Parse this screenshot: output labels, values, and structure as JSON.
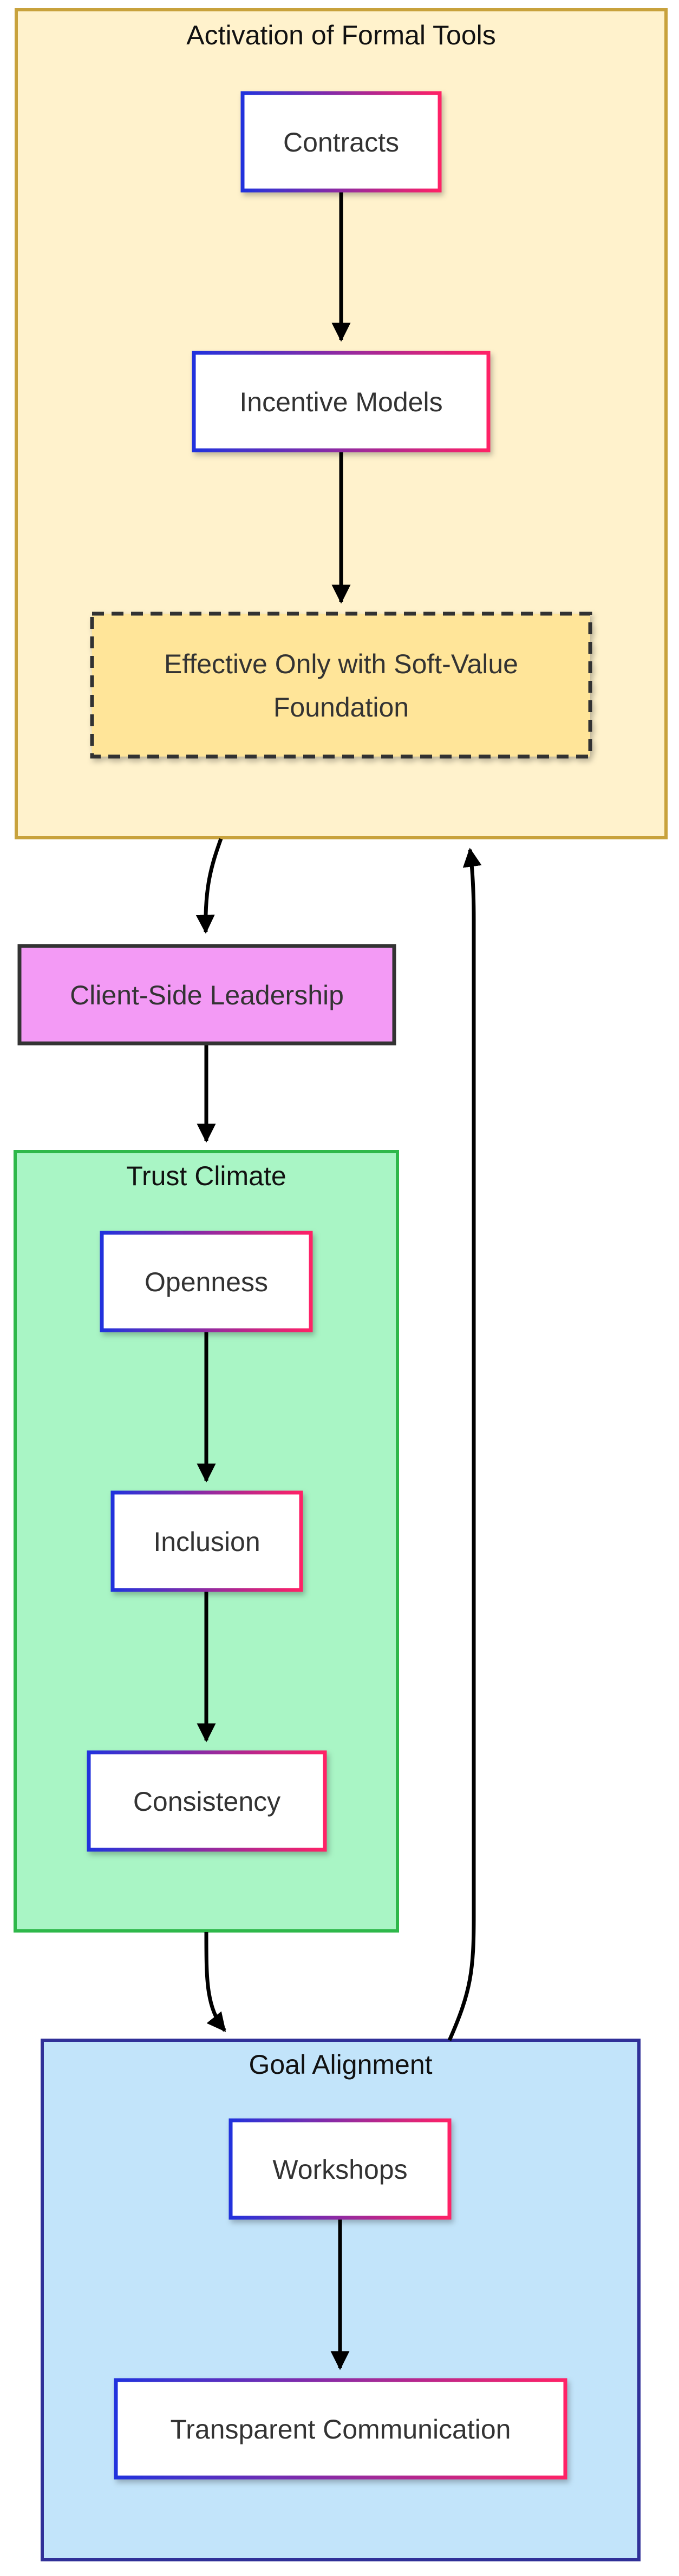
{
  "clusters": {
    "formal_tools": {
      "title": "Activation of Formal Tools"
    },
    "trust_climate": {
      "title": "Trust Climate"
    },
    "goal_alignment": {
      "title": "Goal Alignment"
    }
  },
  "nodes": {
    "contracts": "Contracts",
    "incentive_models": "Incentive Models",
    "effective_line1": "Effective Only with Soft-Value",
    "effective_line2": "Foundation",
    "client_leadership": "Client-Side Leadership",
    "openness": "Openness",
    "inclusion": "Inclusion",
    "consistency": "Consistency",
    "workshops": "Workshops",
    "transparent_communication": "Transparent Communication"
  },
  "colors": {
    "formal_tools_fill": "#fff2cc",
    "formal_tools_stroke": "#c8a23c",
    "trust_fill": "#a9f5c5",
    "trust_stroke": "#2eb84a",
    "goal_fill": "#c2e4fa",
    "goal_stroke": "#303098",
    "leadership_fill": "#f39af5",
    "leadership_stroke": "#333333",
    "dashed_fill": "#ffe599",
    "gradient_start": "#2233dd",
    "gradient_end": "#ff2266"
  }
}
